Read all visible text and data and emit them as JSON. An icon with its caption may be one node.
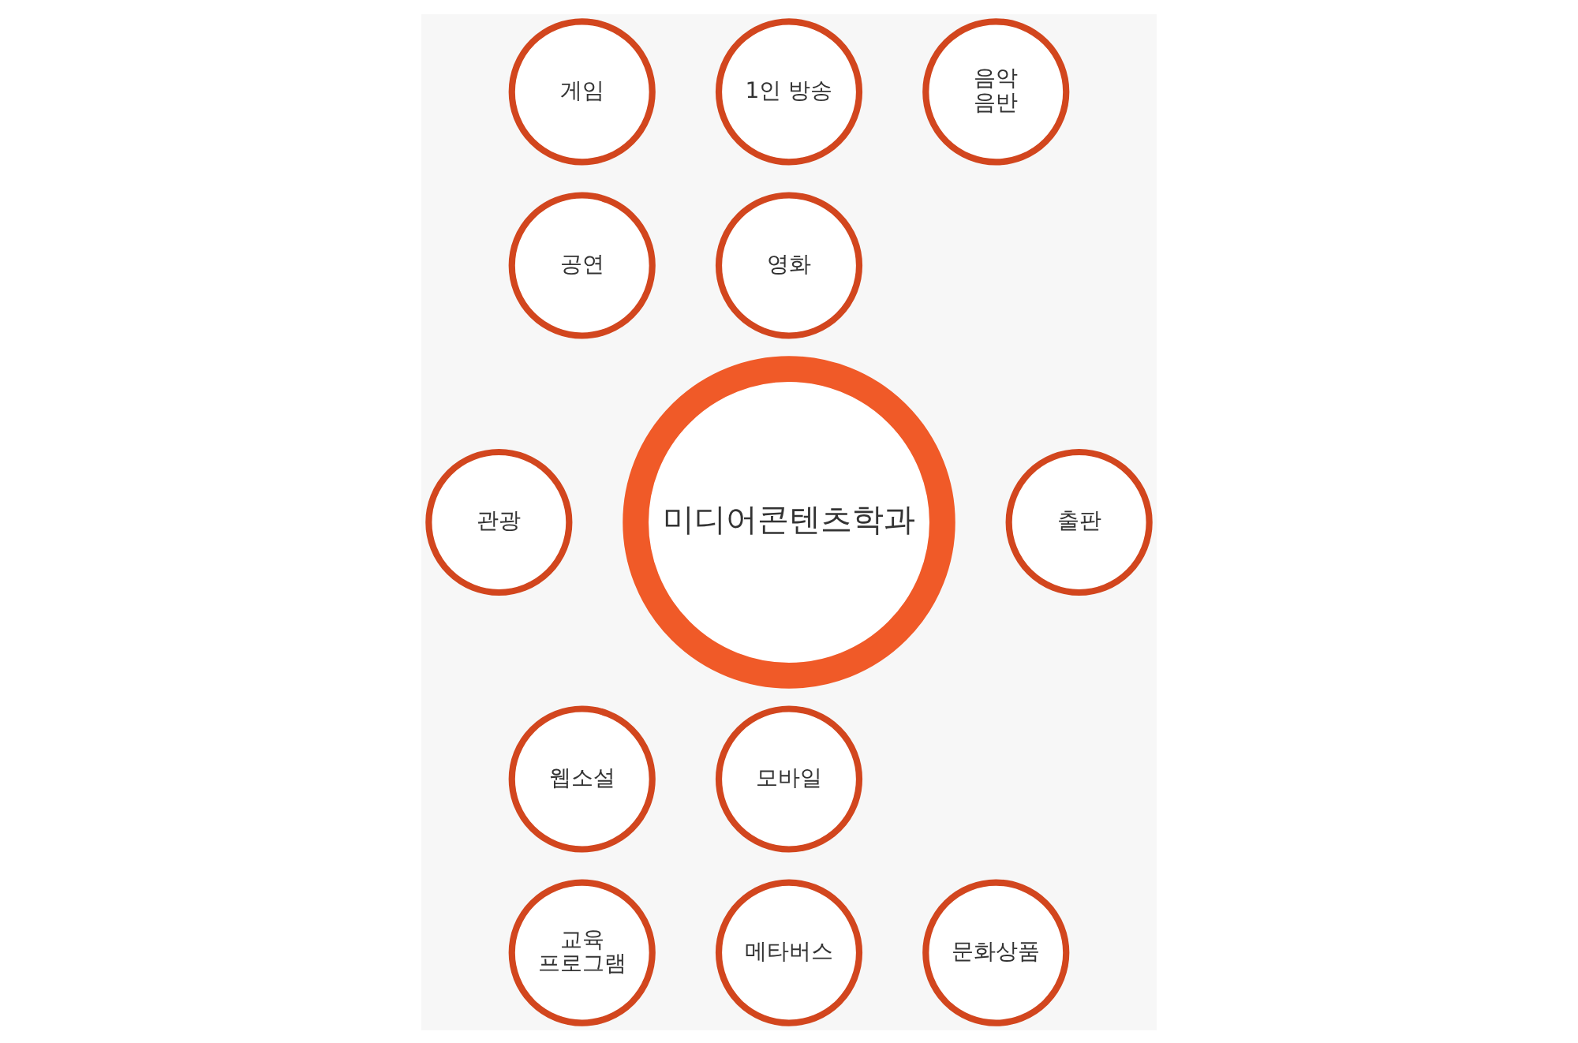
{
  "diagram": {
    "nodes": [
      {
        "text": [
          "미디어콘텐츠학과"
        ]
      },
      {
        "text": [
          "1인 방송"
        ]
      },
      {
        "text": [
          "음악 음반"
        ]
      },
      {
        "text": [
          "영화"
        ]
      },
      {
        "text": [
          "출판"
        ]
      },
      {
        "text": [
          "모바일"
        ]
      },
      {
        "text": [
          "문화상품"
        ]
      },
      {
        "text": [
          "메타버스"
        ]
      },
      {
        "text": [
          "교육 프로그램"
        ]
      },
      {
        "text": [
          "웹소설"
        ]
      },
      {
        "text": [
          "관광"
        ]
      },
      {
        "text": [
          "공연"
        ]
      },
      {
        "text": [
          "게임"
        ]
      }
    ]
  }
}
